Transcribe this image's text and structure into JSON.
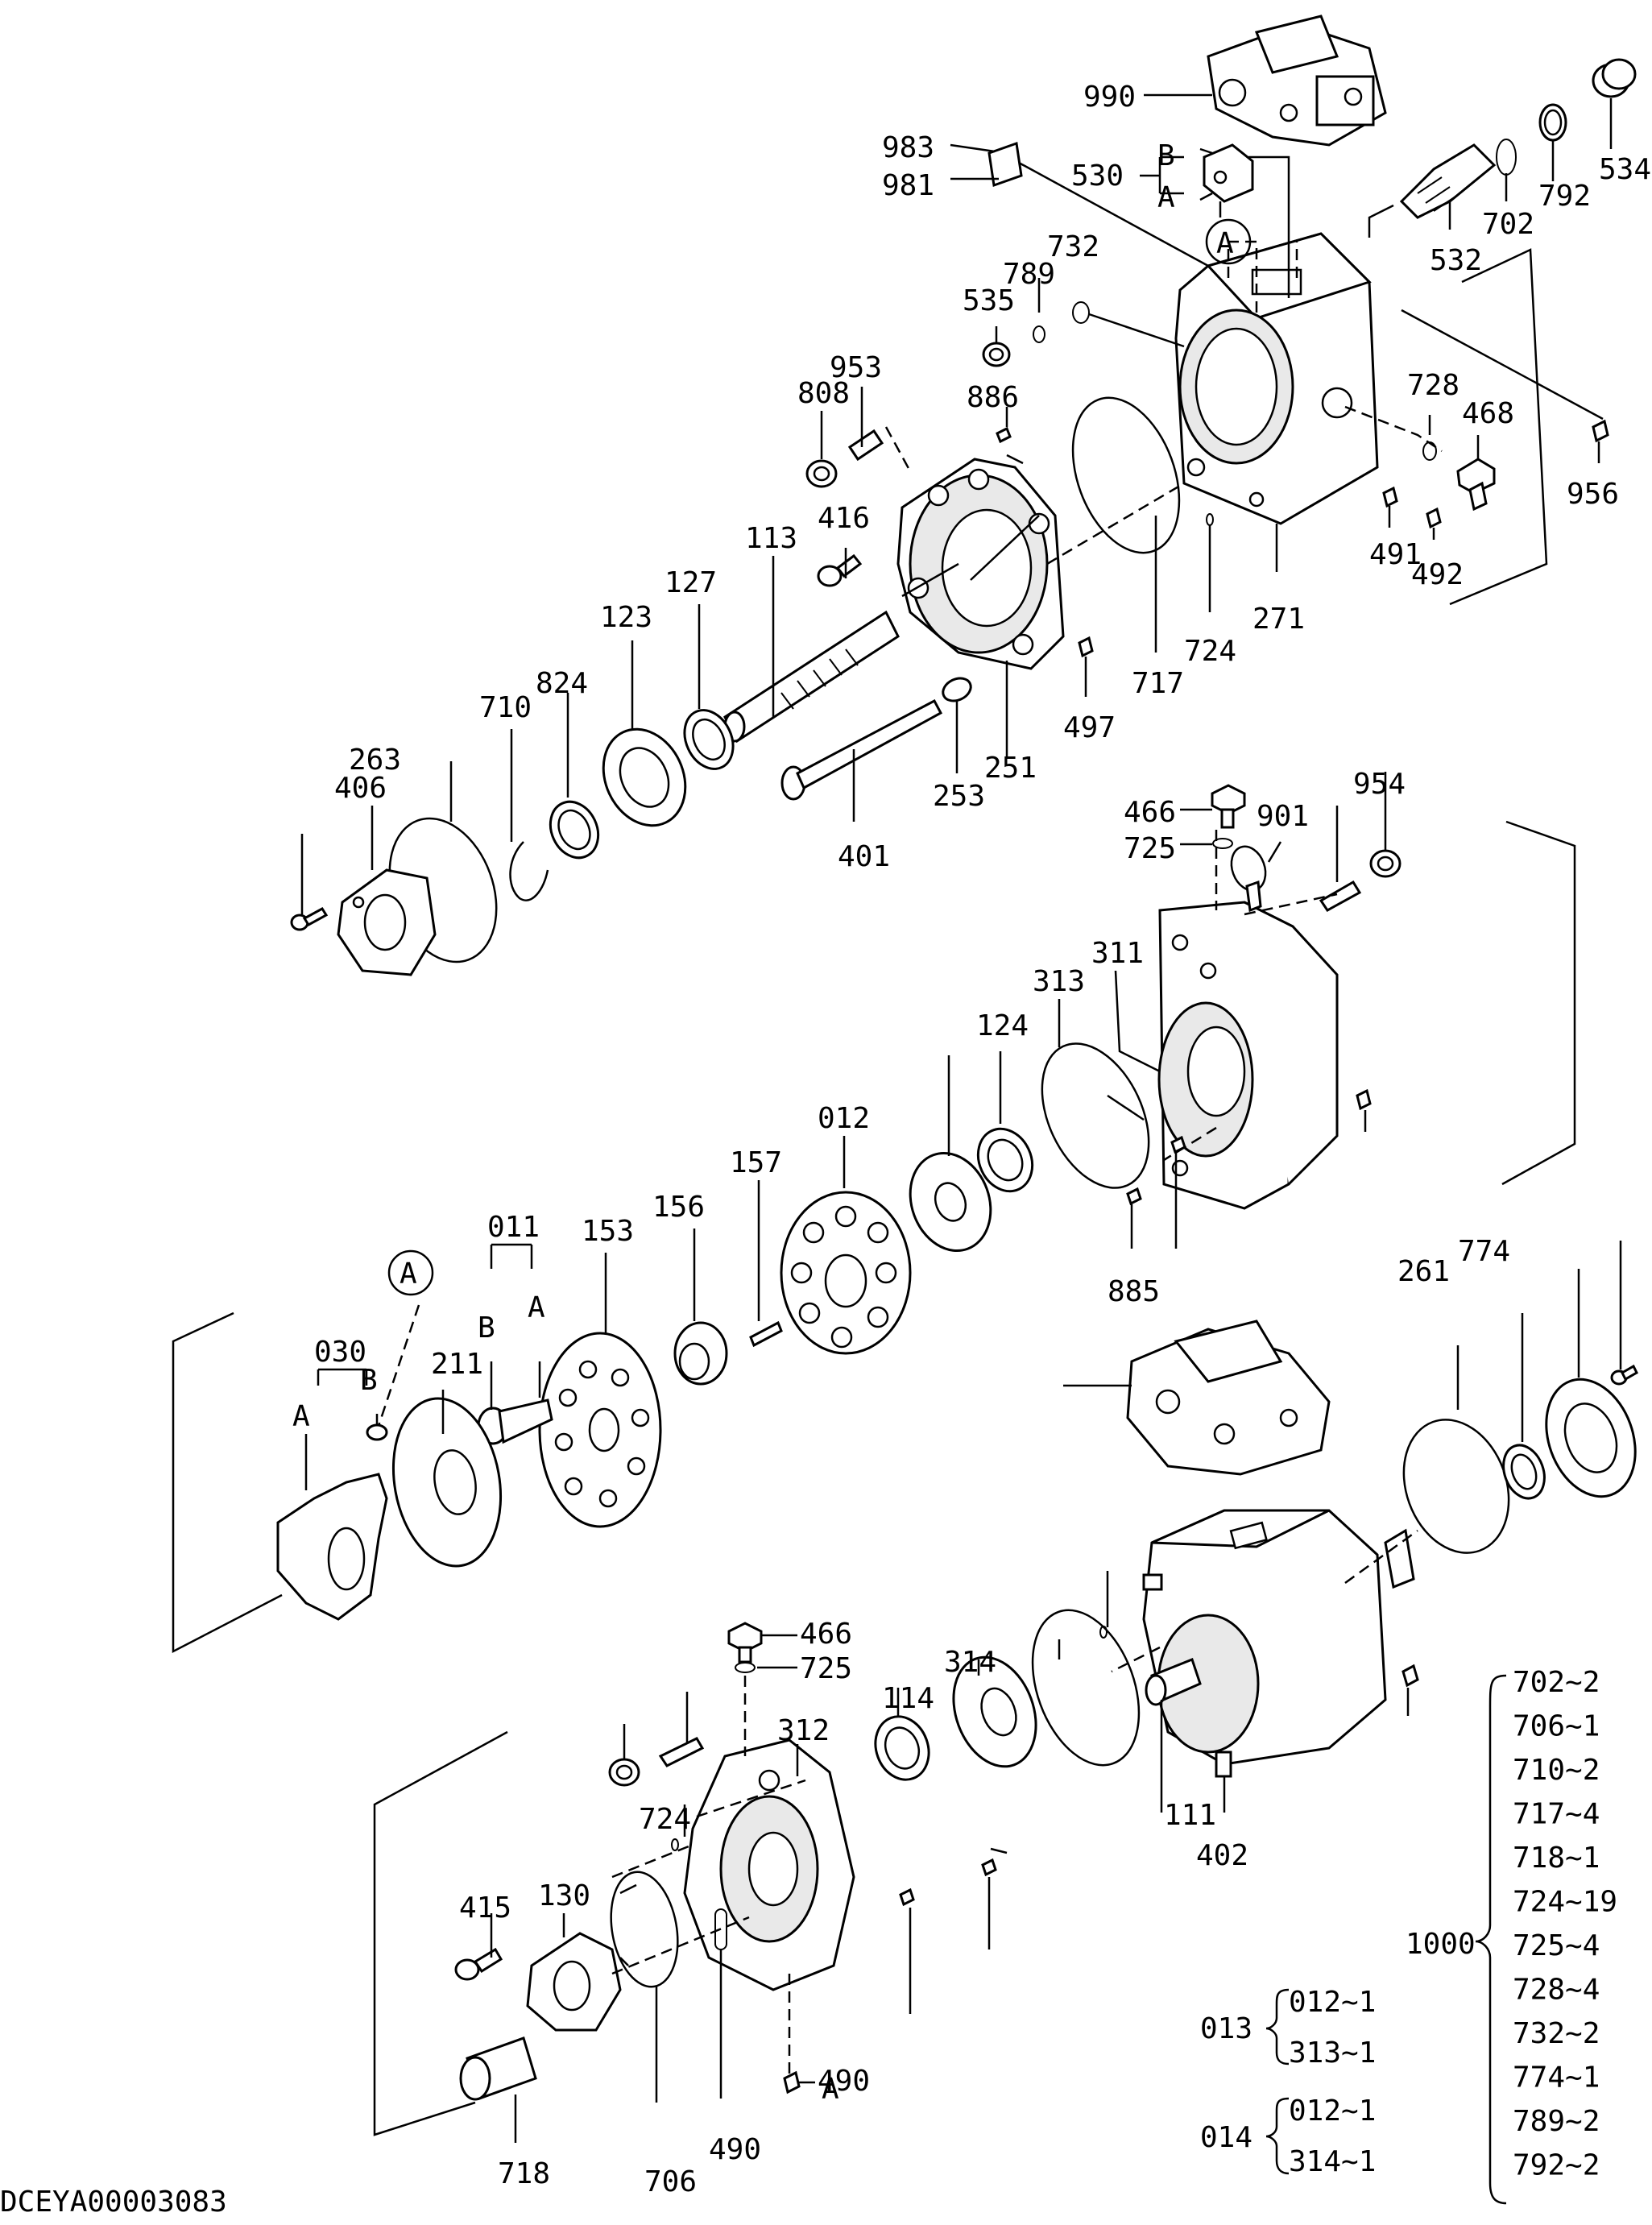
{
  "diagram": {
    "drawing_code": "DCEYA00003083",
    "callouts": [
      "990",
      "983",
      "981",
      "530",
      "B",
      "A",
      "534",
      "792",
      "702",
      "532",
      "732",
      "789",
      "535",
      "953",
      "808",
      "886",
      "728",
      "468",
      "956",
      "416",
      "113",
      "127",
      "123",
      "824",
      "710",
      "406",
      "263",
      "717",
      "724",
      "271",
      "491",
      "492",
      "497",
      "251",
      "253",
      "401",
      "466",
      "725",
      "901",
      "954",
      "311",
      "313",
      "124",
      "012",
      "157",
      "156",
      "153",
      "011",
      "030",
      "211",
      "885",
      "261",
      "774",
      "111",
      "402",
      "415",
      "130",
      "312",
      "314",
      "114",
      "718",
      "706",
      "490",
      "A"
    ],
    "legend_1000": {
      "label": "1000",
      "items": [
        "702~2",
        "706~1",
        "710~2",
        "717~4",
        "718~1",
        "724~19",
        "725~4",
        "728~4",
        "732~2",
        "774~1",
        "789~2",
        "792~2"
      ]
    },
    "legend_013": {
      "label": "013",
      "items": [
        "012~1",
        "313~1"
      ]
    },
    "legend_014": {
      "label": "014",
      "items": [
        "012~1",
        "314~1"
      ]
    }
  }
}
